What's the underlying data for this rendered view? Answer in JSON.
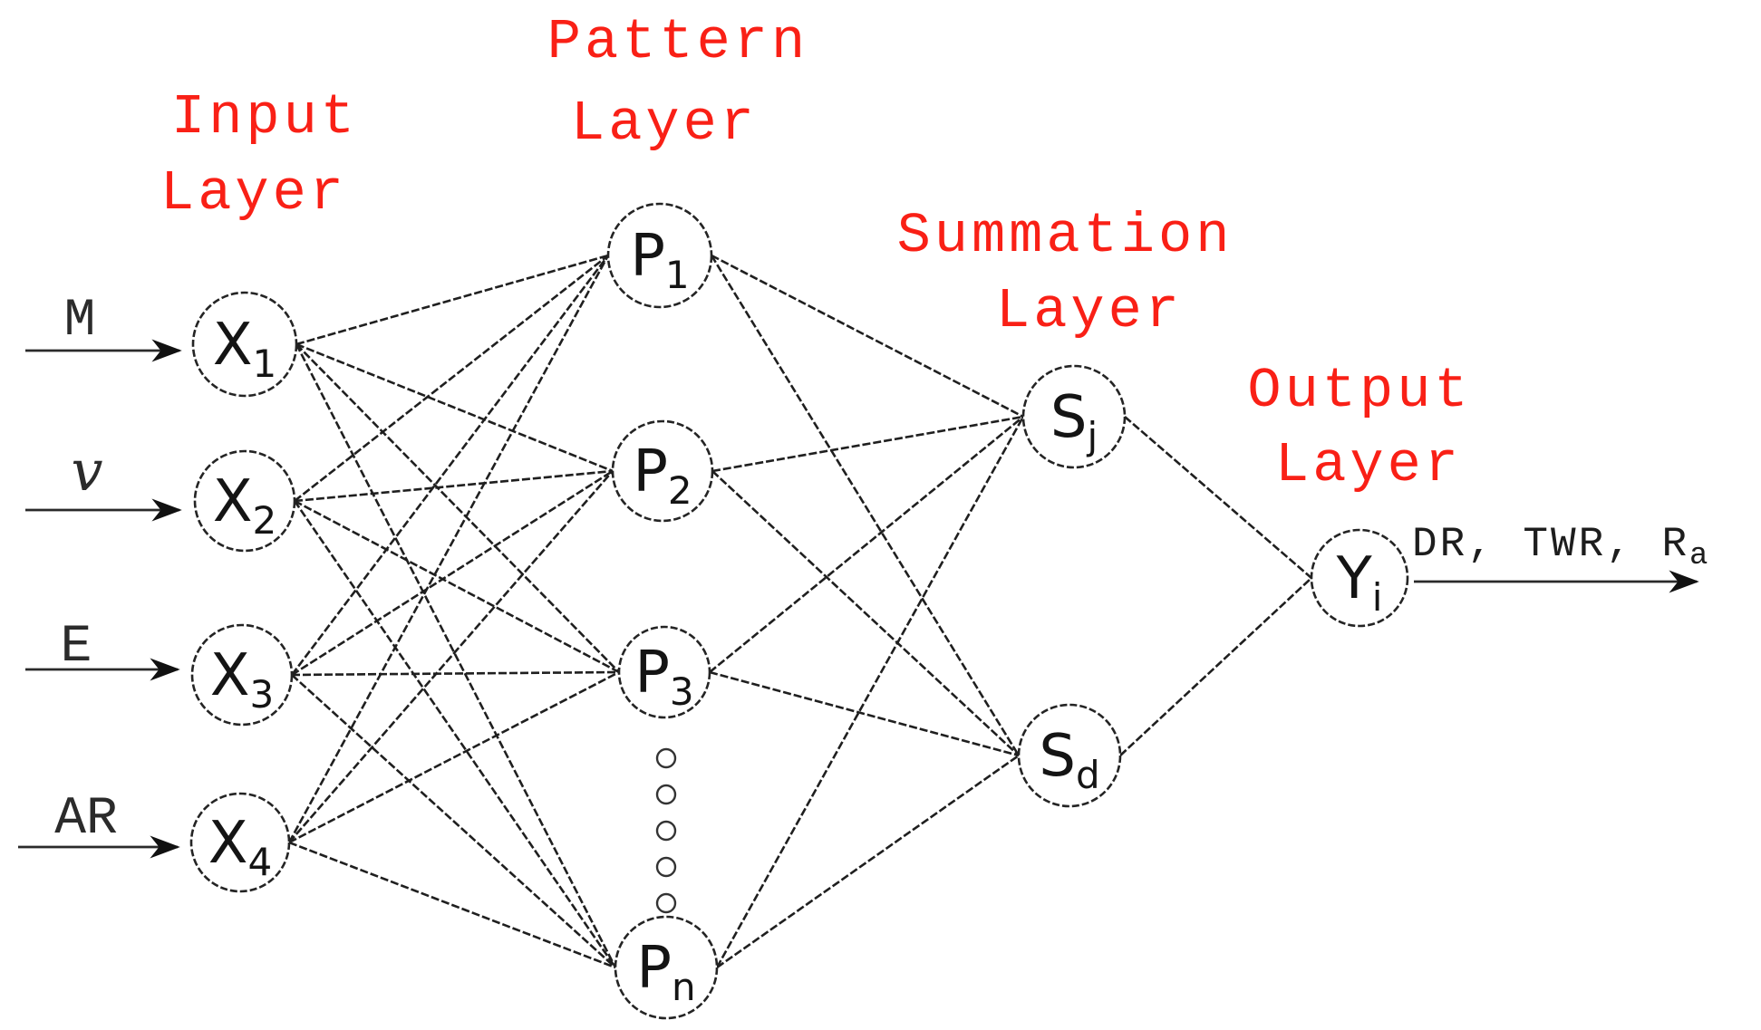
{
  "colors": {
    "title_red": "#f92016",
    "ink": "#1f1f1f",
    "background": "#ffffff"
  },
  "titles": {
    "input": {
      "line1": "Input",
      "line2": "Layer"
    },
    "pattern": {
      "line1": "Pattern",
      "line2": "Layer"
    },
    "summation": {
      "line1": "Summation",
      "line2": "Layer"
    },
    "output": {
      "line1": "Output",
      "line2": "Layer"
    }
  },
  "inputs": [
    {
      "label": "M"
    },
    {
      "label": "v"
    },
    {
      "label": "E"
    },
    {
      "label": "AR"
    }
  ],
  "nodes": {
    "x1": {
      "base": "X",
      "sub": "1"
    },
    "x2": {
      "base": "X",
      "sub": "2"
    },
    "x3": {
      "base": "X",
      "sub": "3"
    },
    "x4": {
      "base": "X",
      "sub": "4"
    },
    "p1": {
      "base": "P",
      "sub": "1"
    },
    "p2": {
      "base": "P",
      "sub": "2"
    },
    "p3": {
      "base": "P",
      "sub": "3"
    },
    "pn": {
      "base": "P",
      "sub": "n"
    },
    "sj": {
      "base": "S",
      "sub": "j"
    },
    "sd": {
      "base": "S",
      "sub": "d"
    },
    "yi": {
      "base": "Y",
      "sub": "i"
    }
  },
  "output": {
    "label_base": "DR, TWR, R",
    "label_sub": "a"
  }
}
